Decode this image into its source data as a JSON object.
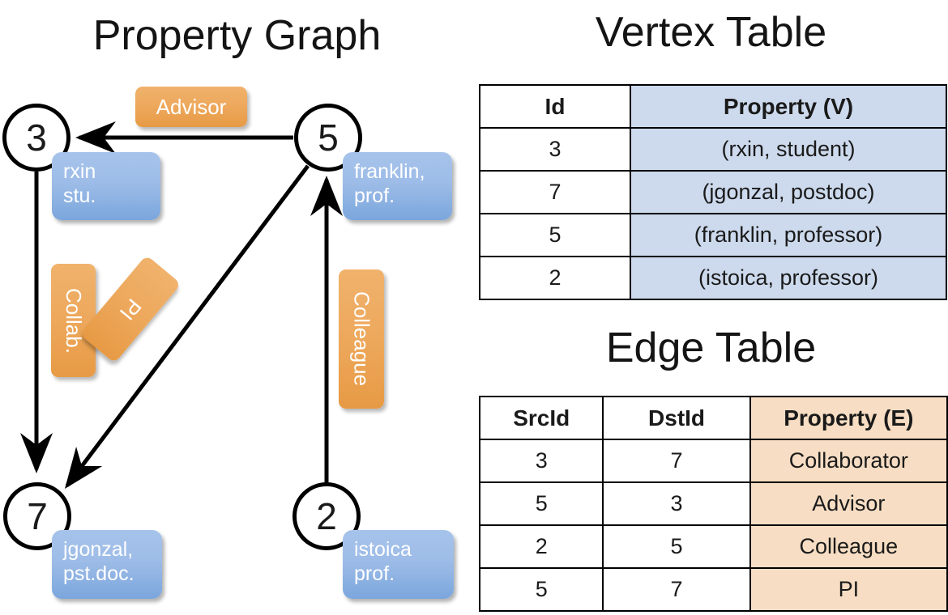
{
  "titles": {
    "property_graph": "Property Graph",
    "vertex_table": "Vertex Table",
    "edge_table": "Edge Table"
  },
  "graph": {
    "nodes": [
      {
        "id": "3",
        "property": "rxin\nstu."
      },
      {
        "id": "5",
        "property": "franklin,\nprof."
      },
      {
        "id": "7",
        "property": "jgonzal,\npst.doc."
      },
      {
        "id": "2",
        "property": "istoica\nprof."
      }
    ],
    "node_labels": {
      "n3": "3",
      "n5": "5",
      "n7": "7",
      "n2": "2"
    },
    "property_labels": {
      "rxin_line1": "rxin",
      "rxin_line2": "stu.",
      "franklin_line1": "franklin,",
      "franklin_line2": "prof.",
      "jgonzal_line1": "jgonzal,",
      "jgonzal_line2": "pst.doc.",
      "istoica_line1": "istoica",
      "istoica_line2": "prof."
    },
    "edge_labels": {
      "advisor": "Advisor",
      "collab": "Collab.",
      "colleague": "Colleague",
      "pi": "PI"
    },
    "colors": {
      "vertex_property_box": "#9dbce7",
      "edge_label_box": "#eda85c",
      "node_stroke": "#000000"
    }
  },
  "vertex_table": {
    "headers": [
      "Id",
      "Property (V)"
    ],
    "rows": [
      {
        "id": "3",
        "property": "(rxin, student)"
      },
      {
        "id": "7",
        "property": "(jgonzal, postdoc)"
      },
      {
        "id": "5",
        "property": "(franklin, professor)"
      },
      {
        "id": "2",
        "property": "(istoica, professor)"
      }
    ],
    "header_fill": "#cddaed"
  },
  "edge_table": {
    "headers": [
      "SrcId",
      "DstId",
      "Property (E)"
    ],
    "rows": [
      {
        "src": "3",
        "dst": "7",
        "property": "Collaborator"
      },
      {
        "src": "5",
        "dst": "3",
        "property": "Advisor"
      },
      {
        "src": "2",
        "dst": "5",
        "property": "Colleague"
      },
      {
        "src": "5",
        "dst": "7",
        "property": "PI"
      }
    ],
    "header_fill": "#f6ddc3"
  }
}
